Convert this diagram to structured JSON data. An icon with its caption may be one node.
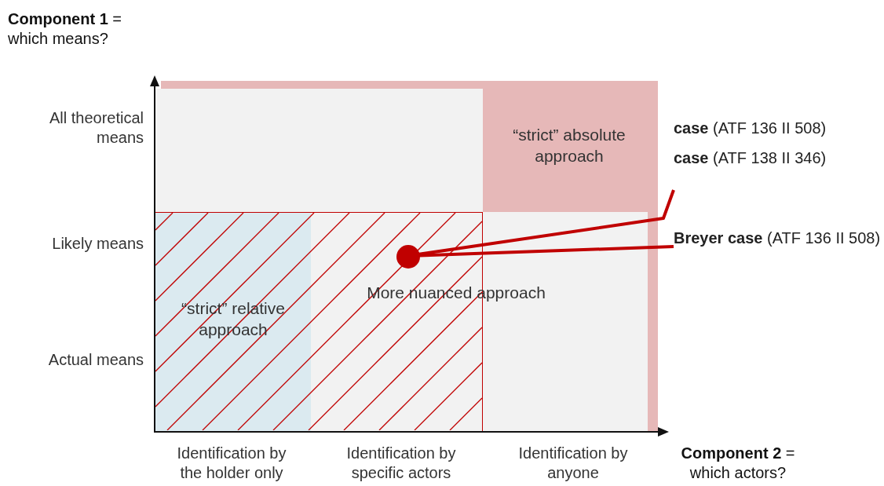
{
  "diagram": {
    "nodes": [
      {
        "text": [
          "“strict” absolute approach"
        ]
      },
      {
        "text": [
          "More nuanced approach"
        ]
      },
      {
        "text": [
          "“strict” relative approach"
        ],
        "in": 1
      },
      {
        "text": [],
        "shape": "circle",
        "in": 1
      },
      {
        "text": [
          "**case** (ATF 136 II 508)",
          "**case** (ATF 138 II 346)"
        ]
      },
      {
        "text": [
          "**Breyer case** (ATF 136 II 508)"
        ]
      }
    ],
    "edges": [
      {
        "from": 3,
        "to": 4,
        "arrow": "none",
        "color": "#c00000"
      },
      {
        "from": 3,
        "to": 5,
        "arrow": "none",
        "color": "#c00000"
      }
    ],
    "labels": [
      "**Component 1** = which means?",
      "All theoretical means",
      "Likely means",
      "Actual means",
      "Identification by the holder only",
      "Identification by specific actors",
      "Identification by anyone",
      "**Component 2** = which actors?"
    ]
  }
}
